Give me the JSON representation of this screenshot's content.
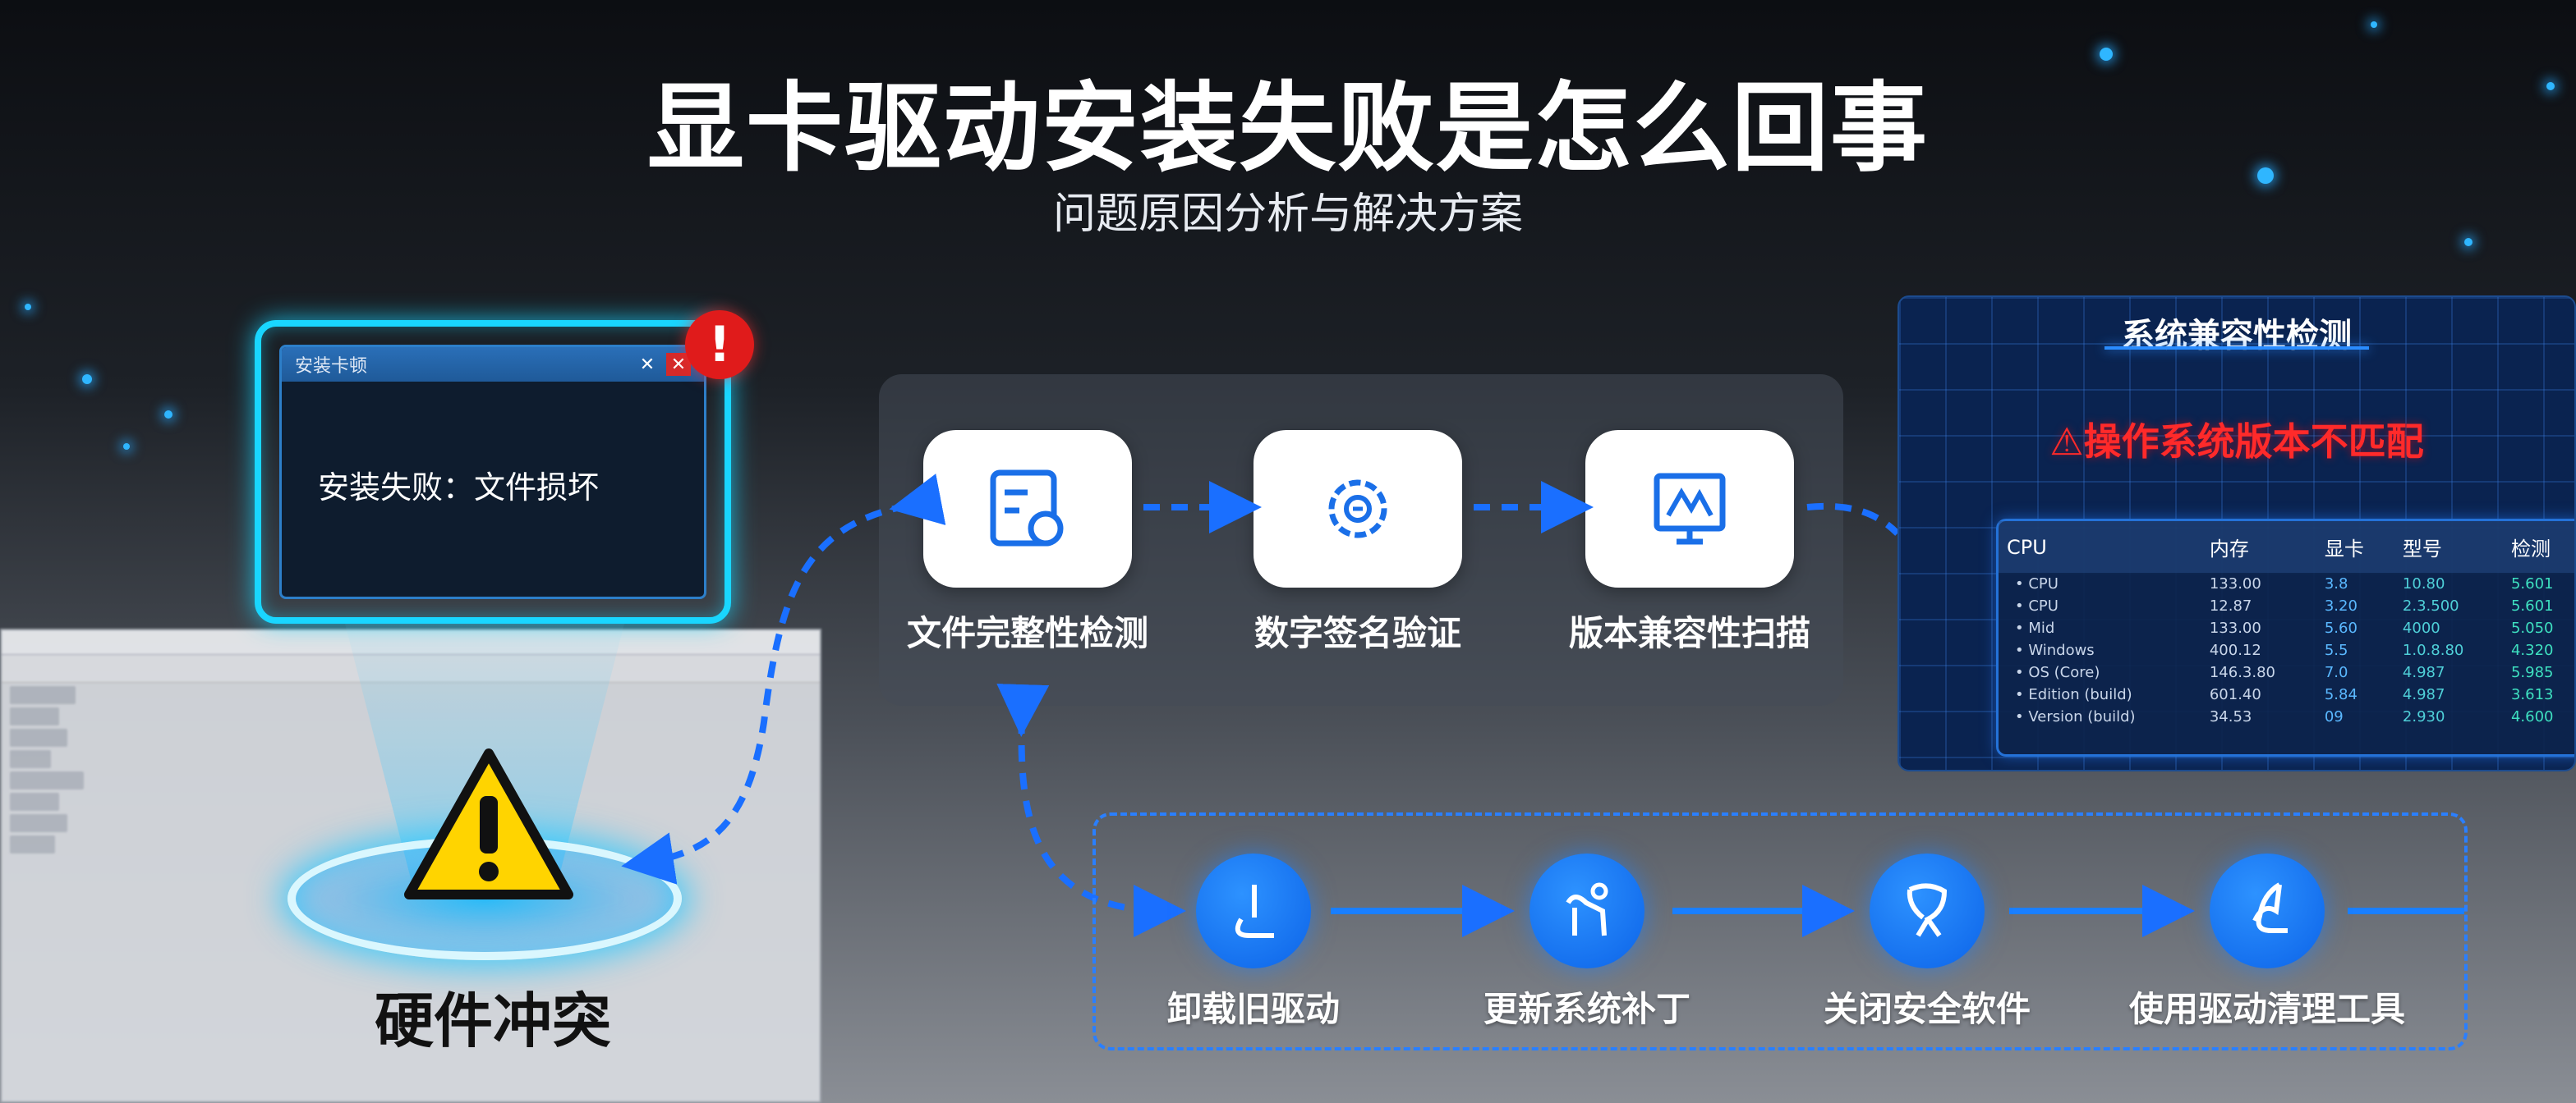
{
  "header": {
    "title": "显卡驱动安装失败是怎么回事",
    "subtitle": "问题原因分析与解决方案"
  },
  "alert_window": {
    "title": "安装卡顿",
    "message": "安装失败：文件损坏",
    "minimize_glyph": "✕",
    "close_glyph": "✕",
    "badge": "!"
  },
  "hardware": {
    "label": "硬件冲突"
  },
  "checks": [
    {
      "label": "文件完整性检测",
      "icon": "document-shield-icon"
    },
    {
      "label": "数字签名验证",
      "icon": "gear-icon"
    },
    {
      "label": "版本兼容性扫描",
      "icon": "monitor-chart-icon"
    }
  ],
  "compat_panel": {
    "title": "系统兼容性检测",
    "warning": "⚠操作系统版本不匹配",
    "columns": [
      "CPU",
      "内存",
      "显卡",
      "型号",
      "检测"
    ],
    "rows": [
      [
        "CPU",
        "133.00",
        "3.8",
        "10.80",
        "5.601"
      ],
      [
        "CPU",
        "12.87",
        "3.20",
        "2.3.500",
        "5.601"
      ],
      [
        "Mid",
        "133.00",
        "5.60",
        "4000",
        "5.050"
      ],
      [
        "Windows",
        "400.12",
        "5.5",
        "1.0.8.80",
        "4.320"
      ],
      [
        "OS (Core)",
        "146.3.80",
        "7.0",
        "4.987",
        "5.985"
      ],
      [
        "Edition (build)",
        "601.40",
        "5.84",
        "4.987",
        "3.613"
      ],
      [
        "Version (build)",
        "34.53",
        "09",
        "2.930",
        "4.600"
      ]
    ],
    "accent": "#ff2a2a"
  },
  "fixes": [
    {
      "label": "卸载旧驱动",
      "icon": "uninstall-icon"
    },
    {
      "label": "更新系统补丁",
      "icon": "update-icon"
    },
    {
      "label": "关闭安全软件",
      "icon": "shield-off-icon"
    },
    {
      "label": "使用驱动清理工具",
      "icon": "cleaner-tool-icon"
    }
  ],
  "colors": {
    "accent": "#1a6fff",
    "cyan": "#19d6ff",
    "alert": "#e01b1b"
  }
}
